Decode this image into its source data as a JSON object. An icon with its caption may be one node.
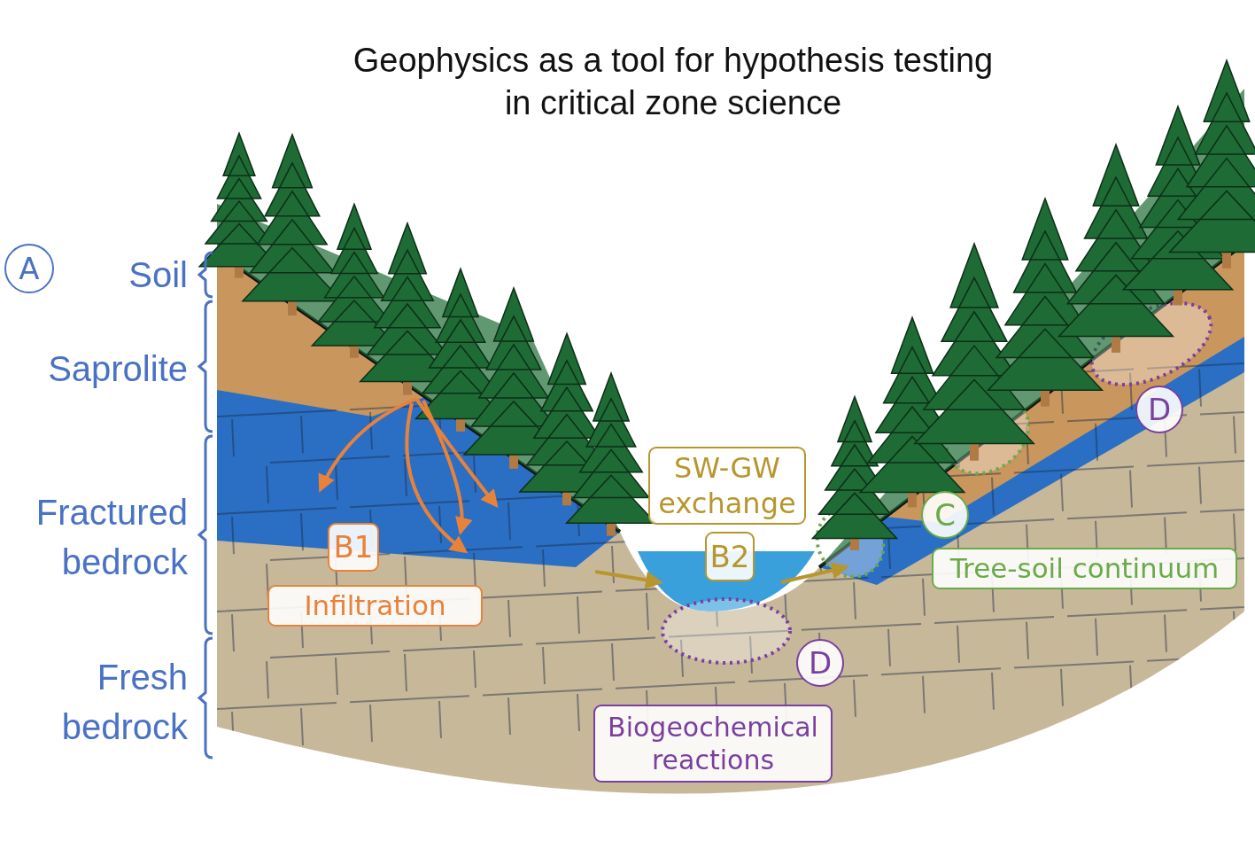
{
  "diagram": {
    "title": "Geophysics as a tool for hypothesis testing in critical zone science",
    "nodes": [
      {
        "text": [
          "A"
        ]
      },
      {
        "text": [
          "D"
        ]
      },
      {
        "text": [
          "SW-GW exchange"
        ]
      },
      {
        "text": [
          "C"
        ]
      },
      {
        "text": [
          "B1"
        ]
      },
      {
        "text": [
          "B2"
        ]
      },
      {
        "text": [
          "Tree-soil continuum"
        ]
      },
      {
        "text": [
          "Infiltration"
        ]
      },
      {
        "text": [
          "D"
        ]
      },
      {
        "text": [
          "Biogeochemical reactions"
        ]
      }
    ],
    "labels": [
      "Soil",
      "Saprolite",
      "Fractured bedrock",
      "Fresh bedrock"
    ]
  }
}
